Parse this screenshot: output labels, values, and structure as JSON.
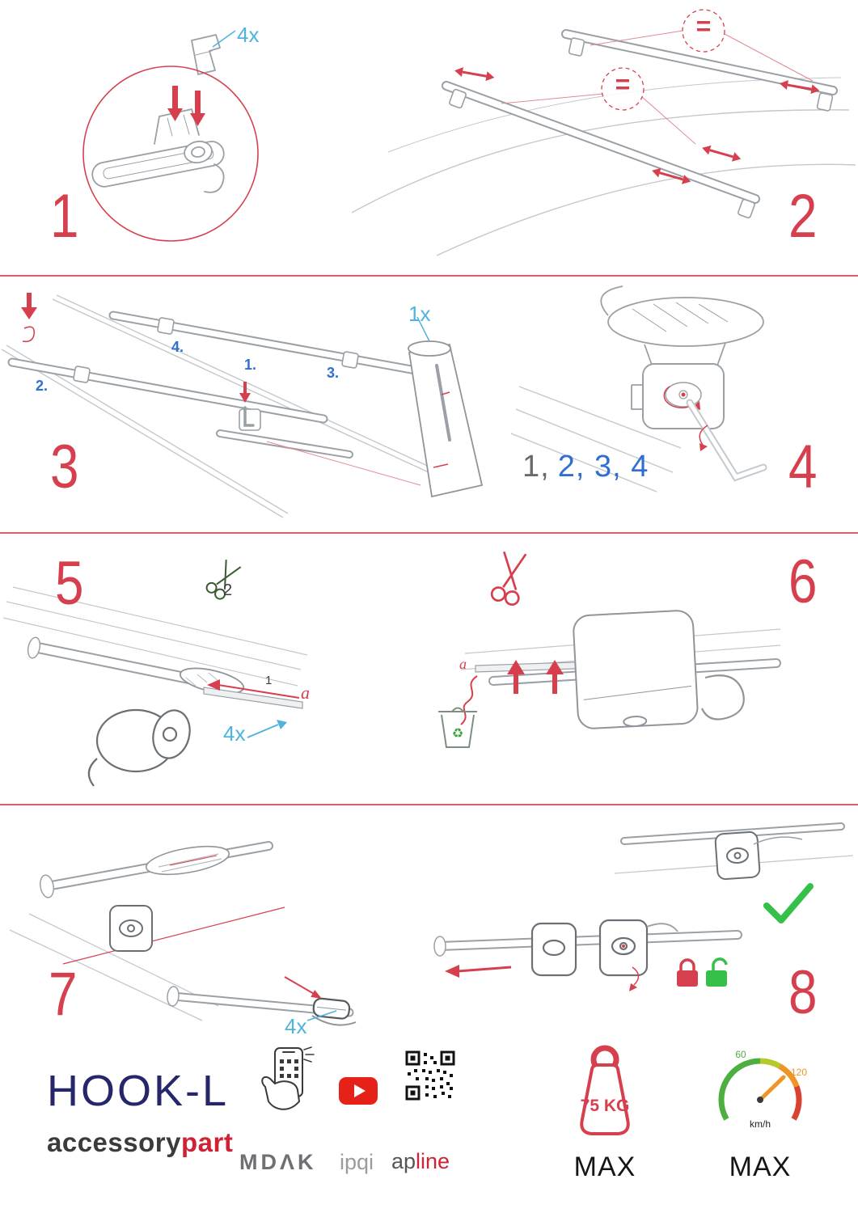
{
  "colors": {
    "accent_red": "#d6404e",
    "qty_blue": "#4fb3dc",
    "label_blue": "#2f6fd0",
    "brand_navy": "#26266b",
    "brand_red": "#cf2335",
    "success_green": "#35c04a",
    "gauge_green": "#4caf3f",
    "gauge_orange": "#ef9426"
  },
  "steps": {
    "s1": {
      "number": "1",
      "qty": "4x"
    },
    "s2": {
      "number": "2",
      "equals": "="
    },
    "s3": {
      "number": "3",
      "qty": "1x",
      "labels": [
        "1.",
        "2.",
        "3.",
        "4."
      ]
    },
    "s4": {
      "number": "4",
      "seq_gray": "1,",
      "seq_blue": "2, 3, 4"
    },
    "s5": {
      "number": "5",
      "cut_label": "2",
      "pull_label": "1",
      "dim_label": "a",
      "qty": "4x"
    },
    "s6": {
      "number": "6",
      "dim_label": "a",
      "recycle": "♻"
    },
    "s7": {
      "number": "7",
      "qty": "4x"
    },
    "s8": {
      "number": "8"
    }
  },
  "footer": {
    "product": "HOOK-L",
    "brand_black": "accessory",
    "brand_red": "part",
    "logo_mdak": "MDΛK",
    "logo_ipqi": "ipqi",
    "logo_ap": "ap",
    "logo_line": "line",
    "weight_value": "75 KG",
    "weight_max_label": "MAX",
    "speed_tick_low": "60",
    "speed_tick_high": "120",
    "speed_unit": "km/h",
    "speed_max_label": "MAX"
  }
}
